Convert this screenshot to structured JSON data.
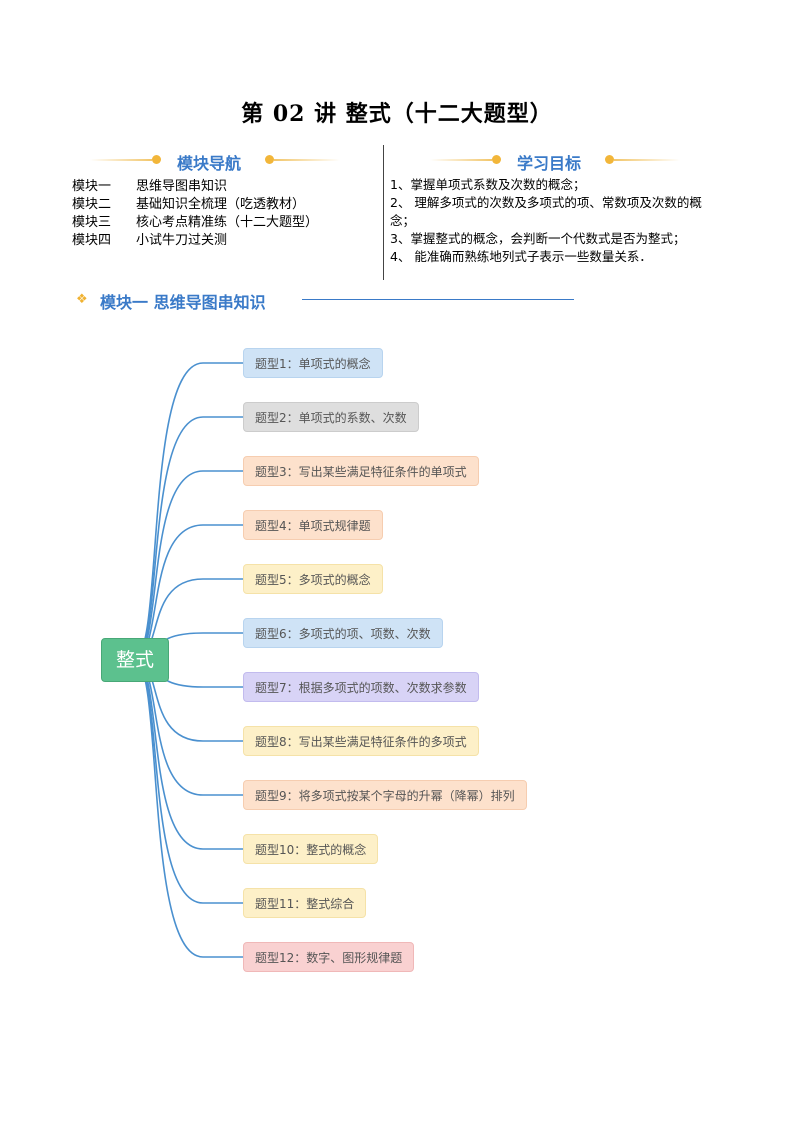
{
  "title": "第 02 讲  整式（十二大题型）",
  "nav": {
    "heading": "模块导航",
    "items": [
      {
        "key": "模块一",
        "text": "思维导图串知识"
      },
      {
        "key": "模块二",
        "text": "基础知识全梳理（吃透教材）"
      },
      {
        "key": "模块三",
        "text": "核心考点精准练（十二大题型）"
      },
      {
        "key": "模块四",
        "text": "小试牛刀过关测"
      }
    ]
  },
  "goals": {
    "heading": "学习目标",
    "items": [
      "1、掌握单项式系数及次数的概念；",
      "2、 理解多项式的次数及多项式的项、常数项及次数的概念；",
      "3、掌握整式的概念，会判断一个代数式是否为整式；",
      "4、 能准确而熟练地列式子表示一些数量关系．"
    ]
  },
  "module1": {
    "icon": "double-diamond-icon",
    "title": "模块一 思维导图串知识"
  },
  "mindmap": {
    "root": "整式",
    "line_color": "#4a90cf",
    "nodes": [
      {
        "label": "题型1：单项式的概念",
        "bg": "#cfe3f6",
        "border": "#b8d4ef"
      },
      {
        "label": "题型2：单项式的系数、次数",
        "bg": "#dedede",
        "border": "#cccccc"
      },
      {
        "label": "题型3：写出某些满足特征条件的单项式",
        "bg": "#fde1cc",
        "border": "#f6cdb0"
      },
      {
        "label": "题型4：单项式规律题",
        "bg": "#fde1cc",
        "border": "#f6cdb0"
      },
      {
        "label": "题型5：多项式的概念",
        "bg": "#fdf0c8",
        "border": "#f5e2a8"
      },
      {
        "label": "题型6：多项式的项、项数、次数",
        "bg": "#cfe3f6",
        "border": "#b8d4ef"
      },
      {
        "label": "题型7：根据多项式的项数、次数求参数",
        "bg": "#d8d3f6",
        "border": "#c2bbee"
      },
      {
        "label": "题型8：写出某些满足特征条件的多项式",
        "bg": "#fdf0c8",
        "border": "#f5e2a8"
      },
      {
        "label": "题型9：将多项式按某个字母的升幂（降幂）排列",
        "bg": "#fde1cc",
        "border": "#f6cdb0"
      },
      {
        "label": "题型10：整式的概念",
        "bg": "#fdf0c8",
        "border": "#f5e2a8"
      },
      {
        "label": "题型11：整式综合",
        "bg": "#fdf0c8",
        "border": "#f5e2a8"
      },
      {
        "label": "题型12：数字、图形规律题",
        "bg": "#f9d1d1",
        "border": "#f0b8b8"
      }
    ]
  }
}
